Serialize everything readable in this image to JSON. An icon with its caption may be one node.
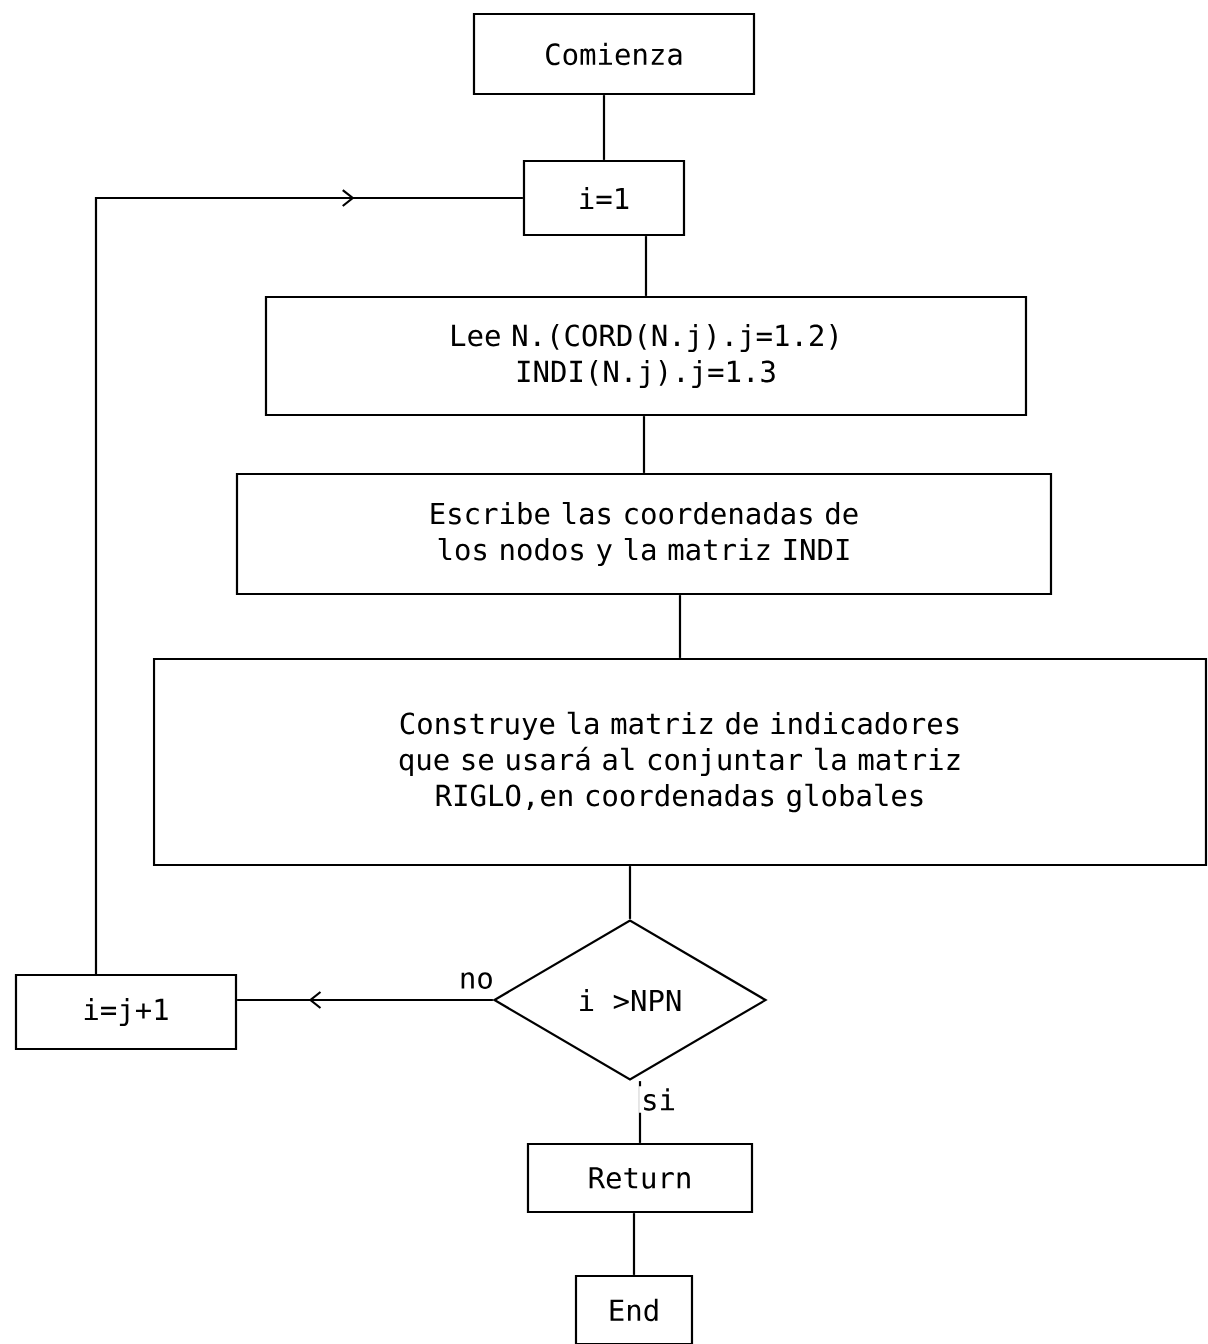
{
  "diagram": {
    "nodes": [
      {
        "text": [
          "Comienza"
        ]
      },
      {
        "text": [
          "i=1"
        ]
      },
      {
        "text": [
          "Lee N.(CORD(N.j).j=1.2) INDI(N.j).j=1.3"
        ]
      },
      {
        "text": [
          "Escribe las coordenadas de los nodos y la matriz INDI"
        ]
      },
      {
        "text": [
          "Construye la matriz de indicadores que se usará al conjuntar la matriz RIGLO,en coordenadas globales"
        ]
      },
      {
        "text": [
          "i >NPN"
        ]
      },
      {
        "text": [
          "i=j+1"
        ]
      },
      {
        "text": [
          "Return"
        ]
      },
      {
        "text": [
          "End"
        ]
      }
    ],
    "edges": [
      {
        "from": 0,
        "to": 1,
        "arrow": "none"
      },
      {
        "from": 1,
        "to": 2,
        "arrow": "none"
      },
      {
        "from": 2,
        "to": 3,
        "arrow": "none"
      },
      {
        "from": 3,
        "to": 4,
        "arrow": "none"
      },
      {
        "from": 4,
        "to": 5,
        "arrow": "none"
      },
      {
        "from": 5,
        "to": 6,
        "arrow": "to",
        "label": "no"
      },
      {
        "from": 5,
        "to": 7,
        "arrow": "none",
        "label": "si"
      },
      {
        "from": 7,
        "to": 8,
        "arrow": "none"
      },
      {
        "from": 6,
        "to": 1,
        "arrow": "to"
      }
    ]
  }
}
